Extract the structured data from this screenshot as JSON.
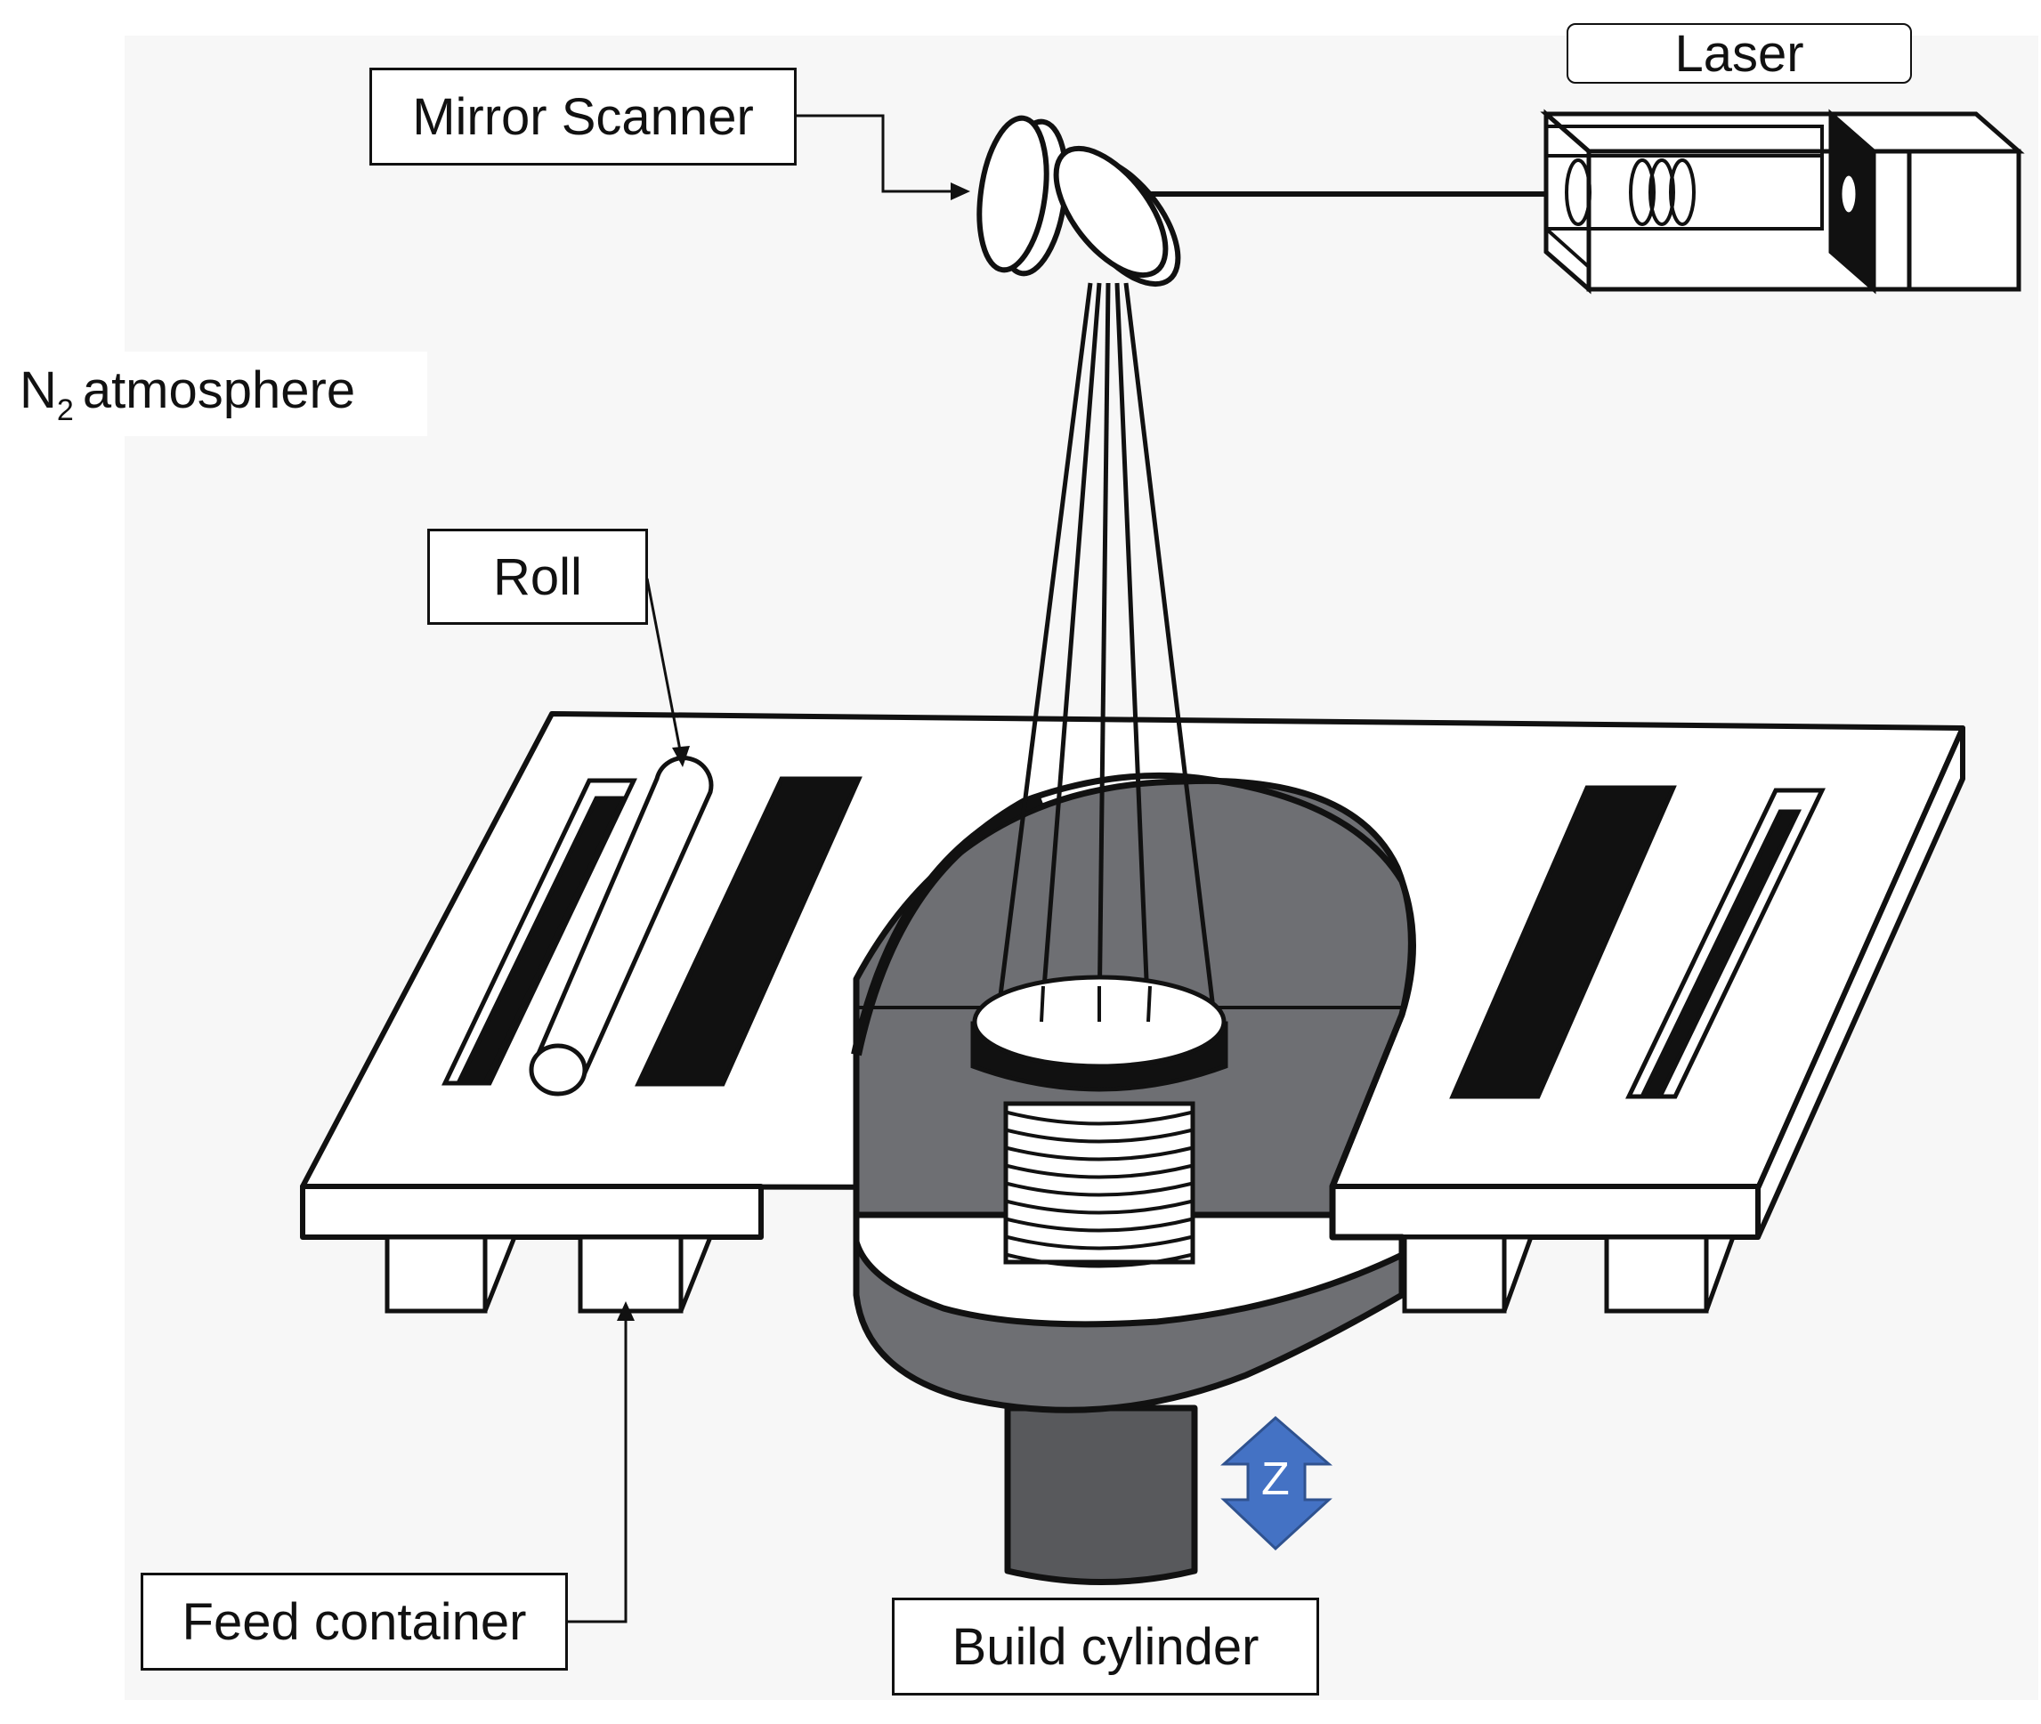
{
  "labels": {
    "mirror_scanner": "Mirror Scanner",
    "laser": "Laser",
    "atmosphere_prefix": "N",
    "atmosphere_subscript": "2",
    "atmosphere_suffix": "atmosphere",
    "roll": "Roll",
    "feed_container": "Feed container",
    "build_cylinder": "Build cylinder",
    "z_axis": "Z"
  },
  "colors": {
    "outline": "#111111",
    "background_panel": "#f7f7f7",
    "gray_body": "#6e6f73",
    "dark_gray": "#585a5e",
    "z_arrow": "#4472c4"
  }
}
